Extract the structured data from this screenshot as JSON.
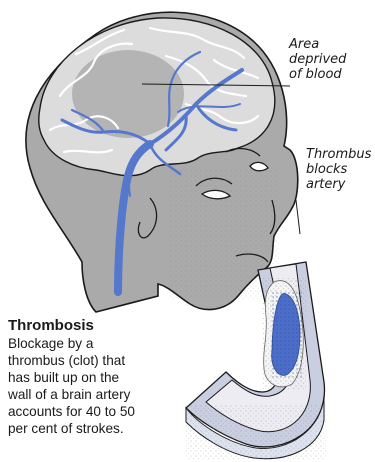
{
  "labels": {
    "area_lines": [
      "Area",
      "deprived",
      "of blood"
    ],
    "thrombus_lines": [
      "Thrombus",
      "blocks",
      "artery"
    ]
  },
  "caption": {
    "title": "Thrombosis",
    "body_lines": [
      "Blockage by a",
      "thrombus (clot) that",
      "has built up on the",
      "wall of a brain artery",
      "accounts for 40 to 50",
      "per cent of strokes."
    ]
  },
  "colors": {
    "head_fill": "#aaaaaa",
    "brain_fill": "#dcdcdc",
    "deprived_area": "#b4b4b4",
    "artery_blue": "#5577cc",
    "clot_blue": "#4d6ec8",
    "vessel_wall": "#c9cfe0"
  }
}
